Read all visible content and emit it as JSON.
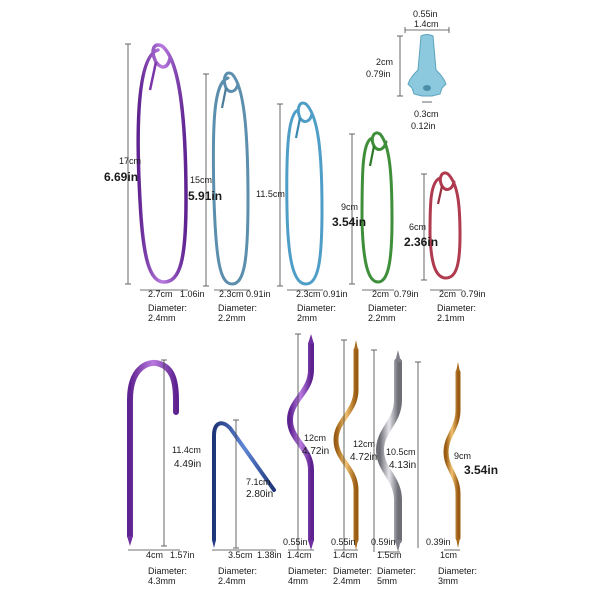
{
  "colors": {
    "purple": "#8a3fb6",
    "steel_blue": "#5c8fae",
    "sky_blue": "#4f9ec8",
    "green": "#3f8f3a",
    "red": "#b03a4e",
    "navy": "#2f4f9a",
    "gold": "#c98a2c",
    "silver": "#9a9aa2",
    "cap_blue": "#8cc9de",
    "dimension_line": "#444444"
  },
  "cap": {
    "width_in": "0.55in",
    "width_cm": "1.4cm",
    "height_cm": "2cm",
    "height_in": "0.79in",
    "hole_cm": "0.3cm",
    "hole_in": "0.12in"
  },
  "holders": [
    {
      "length_cm": "17cm",
      "length_in": "6.69in",
      "width_cm": "2.7cm",
      "width_in": "1.06in",
      "diameter_label": "Diameter:",
      "diameter_value": "2.4mm"
    },
    {
      "length_cm": "15cm",
      "length_in": "5.91in",
      "width_cm": "2.3cm",
      "width_in": "0.91in",
      "diameter_label": "Diameter:",
      "diameter_value": "2.2mm"
    },
    {
      "length_cm": "11.5cm",
      "width_cm": "2.3cm",
      "width_in": "0.91in",
      "diameter_label": "Diameter:",
      "diameter_value": "2mm"
    },
    {
      "length_cm": "9cm",
      "length_in": "3.54in",
      "width_cm": "2cm",
      "width_in": "0.79in",
      "diameter_label": "Diameter:",
      "diameter_value": "2.2mm"
    },
    {
      "length_cm": "6cm",
      "length_in": "2.36in",
      "width_cm": "2cm",
      "width_in": "0.79in",
      "diameter_label": "Diameter:",
      "diameter_value": "2.1mm"
    }
  ],
  "cable_needles": [
    {
      "length_cm": "11.4cm",
      "length_in": "4.49in",
      "width_cm": "4cm",
      "width_in": "1.57in",
      "diameter_label": "Diameter:",
      "diameter_value": "4.3mm"
    },
    {
      "length_cm": "7.1cm",
      "length_in": "2.80in",
      "width_cm": "3.5cm",
      "width_in": "1.38in",
      "diameter_label": "Diameter:",
      "diameter_value": "2.4mm"
    },
    {
      "length_cm": "12cm",
      "length_in": "4.72in",
      "width_cm": "1.4cm",
      "width_in": "0.55in",
      "diameter_label": "Diameter:",
      "diameter_value": "4mm"
    },
    {
      "length_cm": "12cm",
      "length_in": "4.72in",
      "width_cm": "1.4cm",
      "width_in": "0.55in",
      "diameter_label": "Diameter:",
      "diameter_value": "2.4mm"
    },
    {
      "length_cm": "10.5cm",
      "length_in": "4.13in",
      "width_cm": "1.5cm",
      "width_in": "0.59in",
      "diameter_label": "Diameter:",
      "diameter_value": "5mm"
    },
    {
      "length_cm": "9cm",
      "length_in": "3.54in",
      "width_cm": "1cm",
      "width_in": "0.39in",
      "diameter_label": "Diameter:",
      "diameter_value": "3mm"
    }
  ]
}
